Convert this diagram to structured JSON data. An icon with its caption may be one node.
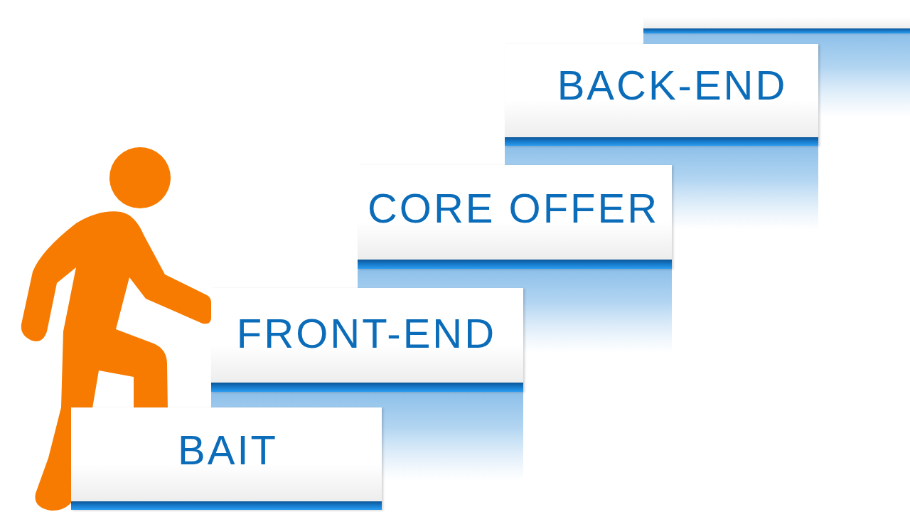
{
  "diagram": {
    "nodes": [
      {
        "text": [
          "BAIT"
        ]
      },
      {
        "text": [
          "FRONT-END"
        ]
      },
      {
        "text": [
          "CORE OFFER"
        ]
      },
      {
        "text": [
          "BACK-END"
        ]
      },
      {
        "text": [],
        "shape": "box"
      }
    ]
  }
}
